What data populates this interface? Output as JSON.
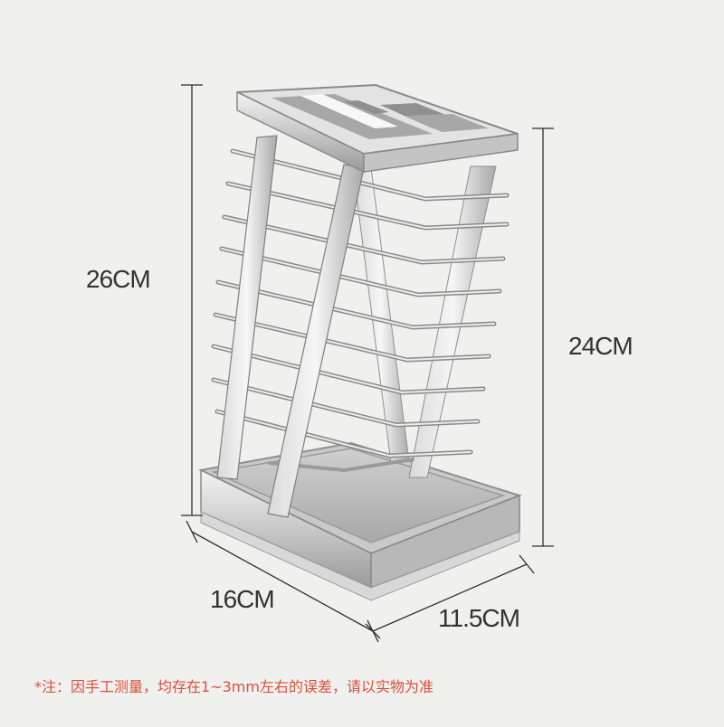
{
  "product": {
    "image_description_icon": "stainless-steel-knife-rack-with-drip-tray",
    "colors": {
      "background": "#f0f0ef",
      "steel_light": "#e4e4e4",
      "steel_mid": "#b9b9b9",
      "steel_dark": "#7d7d7d",
      "dimension_line": "#2f2f2f",
      "note_text": "#d9503a"
    }
  },
  "dimensions": {
    "height_left": "26CM",
    "height_right": "24CM",
    "length": "16CM",
    "width": "11.5CM"
  },
  "note": "*注：因手工测量，均存在1~3mm左右的误差，请以实物为准"
}
